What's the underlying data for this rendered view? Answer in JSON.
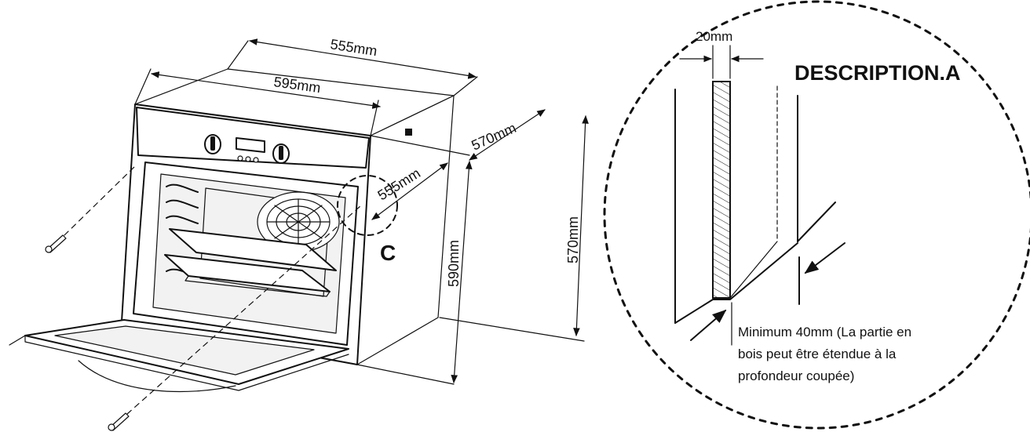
{
  "diagram": {
    "dimensions": {
      "top_depth": "555mm",
      "front_width": "595mm",
      "side_depth": "570mm",
      "door_depth": "555mm",
      "height": "590mm",
      "cutout_height": "570mm"
    },
    "marker_c": "C",
    "detail": {
      "title": "DESCRIPTION.A",
      "panel_thickness": "20mm",
      "note_lines": [
        "Minimum 40mm (La partie en",
        "bois peut être étendue à la",
        "profondeur coupée)"
      ]
    },
    "colors": {
      "ink": "#111111",
      "background": "#ffffff"
    }
  }
}
